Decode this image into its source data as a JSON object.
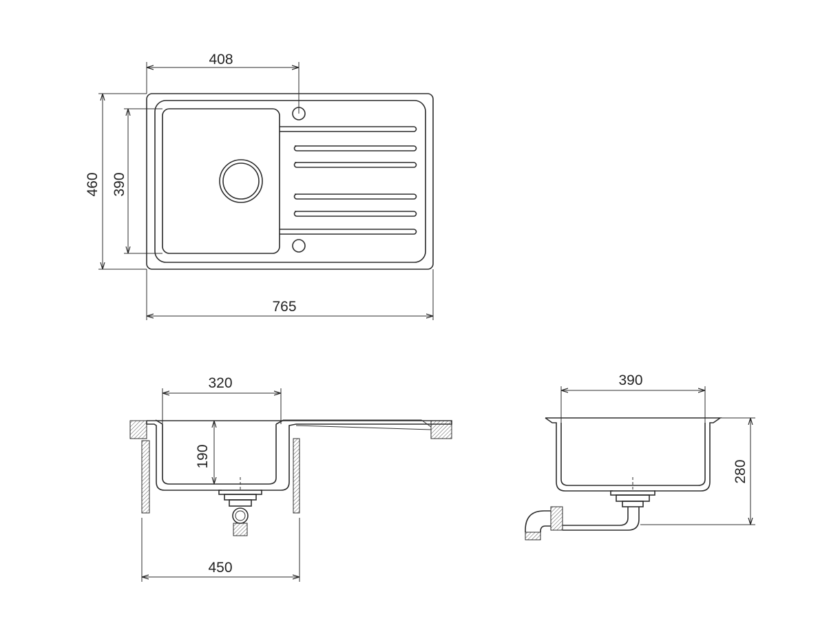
{
  "dimensions": {
    "top_width_408": "408",
    "top_height_460": "460",
    "top_height_390": "390",
    "top_total_765": "765",
    "front_bowl_320": "320",
    "front_depth_190": "190",
    "front_cabinet_450": "450",
    "side_bowl_390": "390",
    "side_height_280": "280"
  },
  "colors": {
    "line": "#2b2b2b",
    "background": "#ffffff"
  }
}
